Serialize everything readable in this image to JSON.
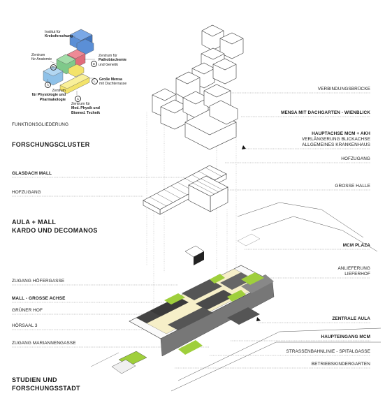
{
  "legend": {
    "items": [
      {
        "line1": "Institut für",
        "line2": "Krebsforschung",
        "bold2": true
      },
      {
        "line1": "Zentrum",
        "line2": "für Anatomie",
        "boldpart": "Anatomie"
      },
      {
        "marker": "E"
      },
      {
        "line1": "Zentrum für",
        "line2": "Pathobiochemie",
        "line3": "und Genetik",
        "marker": "D"
      },
      {
        "line1": "Große Mensa",
        "line2": "mit Dachterrasse",
        "marker": "L"
      },
      {
        "line1": "Zentrum",
        "line2": "für Physiologie und",
        "line3": "Pharmakologie",
        "marker": "A"
      },
      {
        "line1": "Zentrum für",
        "line2": "Med. Physik und",
        "line3": "Biomed. Technik",
        "marker": "C"
      }
    ],
    "colors": {
      "blue": "#5b8fd6",
      "pink": "#e06c7a",
      "green": "#7fc98a",
      "yellow": "#f3e36a",
      "lightblue": "#8ec1e8"
    }
  },
  "left_labels": {
    "funktionsgliederung": "FUNKTIONSGLIEDERUNG",
    "forschungscluster": "FORSCHUNGSCLUSTER",
    "glasdach_mall": "GLASDACH MALL",
    "hofzugang": "HOFZUGANG",
    "aula_mall": "AULA + MALL",
    "kardo": "KARDO UND DECOMANOS",
    "zugang_hoefergasse": "ZUGANG HÖFERGASSE",
    "mall_grosse_achse": "MALL - GROSSE ACHSE",
    "gruener_hof": "GRÜNER HOF",
    "hoersaal": "HÖRSAAL 3",
    "zugang_mariannengasse": "ZUGANG MARIANNENGASSE",
    "studien": "STUDIEN UND",
    "forschungsstadt": "FORSCHUNGSSTADT"
  },
  "right_labels": {
    "verbindungsbruecke": "VERBINDUNGSBRÜCKE",
    "mensa": "MENSA MIT DACHGARTEN - WIENBLICK",
    "hauptachse": "HAUPTACHSE MCM + AKH",
    "verlaengerung": "VERLÄNGERUNG BLICKACHSE",
    "allgemeines": "ALLGEMEINES KRANKENHAUS",
    "hofzugang": "HOFZUGANG",
    "grosse_halle": "GROSSE HALLE",
    "mcm_plaza": "MCM PLAZA",
    "anlieferung": "ANLIEFERUNG",
    "lieferhof": "LIEFERHOF",
    "zentrale_aula": "ZENTRALE AULA",
    "haupteingang": "HAUPTEINGANG MCM",
    "strassenbahn": "STRASSENBAHNLINIE - SPITALGASSE",
    "betriebskindergarten": "BETRIEBSKINDERGARTEN"
  }
}
